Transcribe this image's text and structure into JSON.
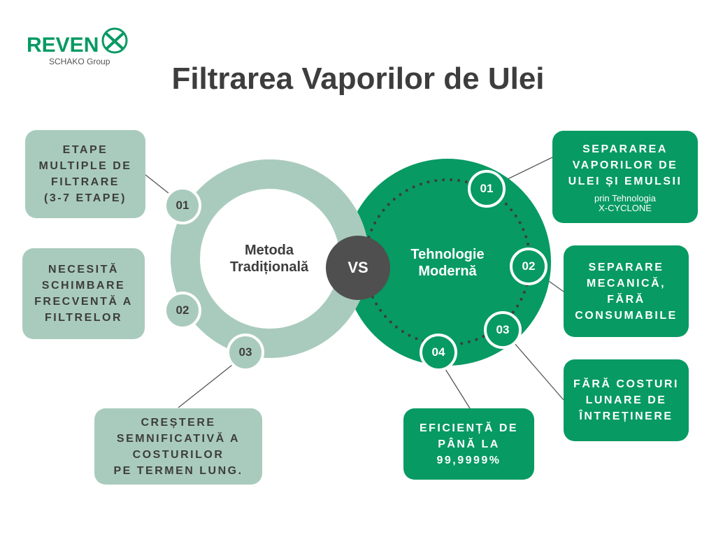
{
  "logo": {
    "brand": "REVEN",
    "group": "SCHAKO Group"
  },
  "title": "Filtrarea Vaporilor de Ulei",
  "left": {
    "label_line1": "Metoda",
    "label_line2": "Tradițională",
    "items": [
      {
        "num": "01",
        "text": [
          "ETAPE",
          "MULTIPLE DE",
          "FILTRARE",
          "(3-7 ETAPE)"
        ]
      },
      {
        "num": "02",
        "text": [
          "NECESITĂ",
          "SCHIMBARE",
          "FRECVENTĂ A",
          "FILTRELOR"
        ]
      },
      {
        "num": "03",
        "text": [
          "CREȘTERE",
          "SEMNIFICATIVĂ A",
          "COSTURILOR",
          "PE TERMEN LUNG."
        ]
      }
    ]
  },
  "vs": "VS",
  "right": {
    "label_line1": "Tehnologie",
    "label_line2": "Modernă",
    "items": [
      {
        "num": "01",
        "text": [
          "SEPARAREA",
          "VAPORILOR DE",
          "ULEI ȘI EMULSII"
        ],
        "sub": [
          "prin Tehnologia",
          "X-CYCLONE"
        ]
      },
      {
        "num": "02",
        "text": [
          "SEPARARE",
          "MECANICĂ,",
          "FĂRĂ",
          "CONSUMABILE"
        ]
      },
      {
        "num": "03",
        "text": [
          "FĂRĂ COSTURI",
          "LUNARE DE",
          "ÎNTREȚINERE"
        ]
      },
      {
        "num": "04",
        "text": [
          "EFICIENȚĂ DE",
          "PÂNĂ LA",
          "99,9999%"
        ]
      }
    ]
  },
  "colors": {
    "light": "#a9cbbd",
    "green": "#079a63",
    "dark": "#4f4f4f",
    "text": "#3d3d3d"
  }
}
